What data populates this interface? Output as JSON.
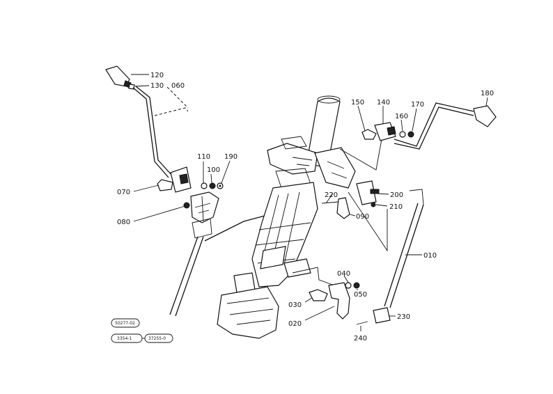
{
  "diagram": {
    "part_labels": {
      "p010": "010",
      "p020": "020",
      "p030": "030",
      "p040": "040",
      "p050": "050",
      "p060": "060",
      "p070": "070",
      "p080": "080",
      "p090": "090",
      "p100": "100",
      "p110": "110",
      "p120": "120",
      "p130": "130",
      "p140": "140",
      "p150": "150",
      "p160": "160",
      "p170": "170",
      "p180": "180",
      "p190": "190",
      "p200": "200",
      "p210": "210",
      "p220": "220",
      "p230": "230",
      "p240": "240"
    },
    "reference_boxes": {
      "ref1": "50277-02",
      "ref2": "3354-1",
      "ref3": "37255-0"
    }
  }
}
